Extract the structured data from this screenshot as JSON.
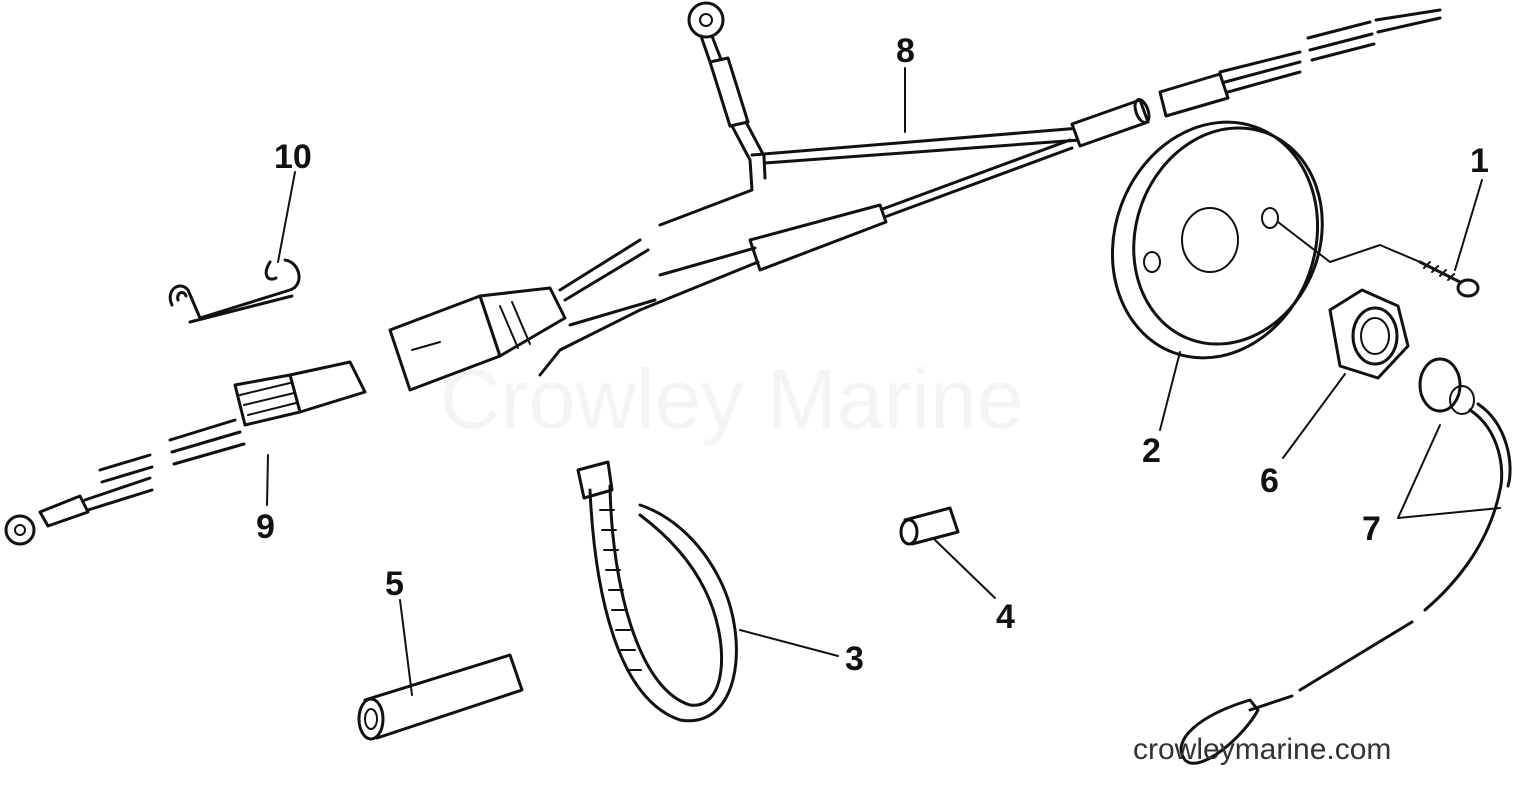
{
  "watermark": "Crowley Marine",
  "site_url": "crowleymarine.com",
  "callouts": {
    "c1": "1",
    "c2": "2",
    "c3": "3",
    "c4": "4",
    "c5": "5",
    "c6": "6",
    "c7": "7",
    "c8": "8",
    "c9": "9",
    "c10": "10"
  }
}
